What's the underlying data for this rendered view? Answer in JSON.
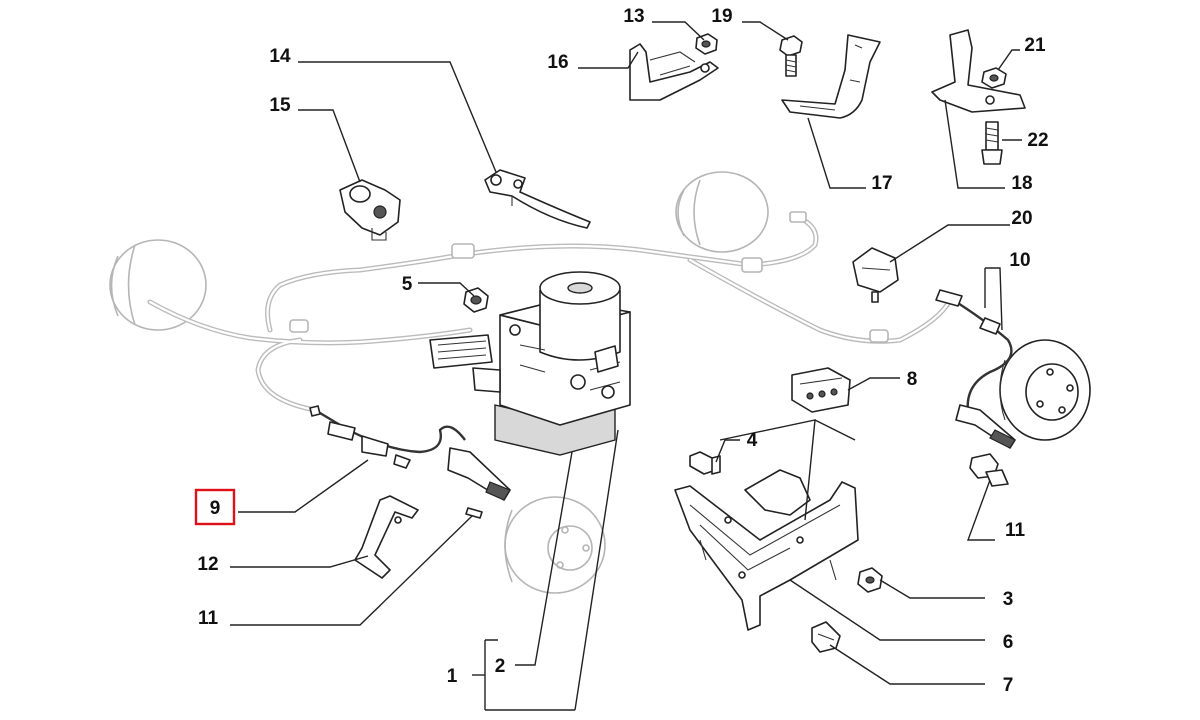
{
  "callouts": [
    {
      "id": "c1",
      "label": "1"
    },
    {
      "id": "c2",
      "label": "2"
    },
    {
      "id": "c3",
      "label": "3"
    },
    {
      "id": "c4",
      "label": "4"
    },
    {
      "id": "c5",
      "label": "5"
    },
    {
      "id": "c6",
      "label": "6"
    },
    {
      "id": "c7",
      "label": "7"
    },
    {
      "id": "c8",
      "label": "8"
    },
    {
      "id": "c9",
      "label": "9"
    },
    {
      "id": "c10",
      "label": "10"
    },
    {
      "id": "c11a",
      "label": "11"
    },
    {
      "id": "c11b",
      "label": "11"
    },
    {
      "id": "c12",
      "label": "12"
    },
    {
      "id": "c13",
      "label": "13"
    },
    {
      "id": "c14",
      "label": "14"
    },
    {
      "id": "c15",
      "label": "15"
    },
    {
      "id": "c16",
      "label": "16"
    },
    {
      "id": "c17",
      "label": "17"
    },
    {
      "id": "c18",
      "label": "18"
    },
    {
      "id": "c19",
      "label": "19"
    },
    {
      "id": "c20",
      "label": "20"
    },
    {
      "id": "c21",
      "label": "21"
    },
    {
      "id": "c22",
      "label": "22"
    }
  ],
  "highlight": {
    "callout": "9",
    "color": "#e0101a"
  }
}
